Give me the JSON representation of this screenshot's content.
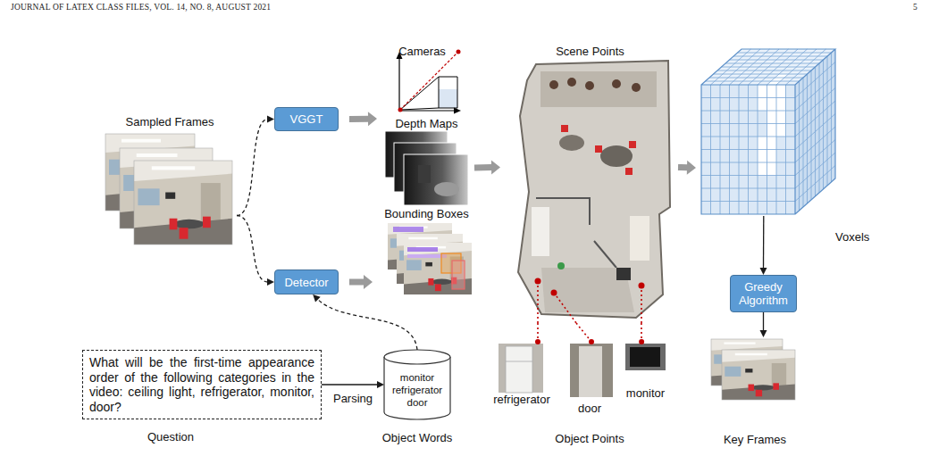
{
  "diagram": {
    "nodes": [
      {
        "text": [
          "Sampled Frames"
        ]
      },
      {
        "text": [
          "VGGT"
        ]
      },
      {
        "text": [
          "Detector"
        ]
      },
      {
        "text": [
          "Cameras"
        ]
      },
      {
        "text": [
          "Depth Maps"
        ]
      },
      {
        "text": [
          "Bounding Boxes"
        ]
      },
      {
        "text": [
          "Scene Points"
        ]
      },
      {
        "text": [
          "Voxels"
        ]
      },
      {
        "text": [
          "Greedy Algorithm"
        ]
      },
      {
        "text": [
          "Key Frames"
        ]
      },
      {
        "text": [
          "What will be the first-time appearance order of the following categories in the video: ceiling light, refrigerator, monitor, door?",
          "Question"
        ]
      },
      {
        "text": [
          "monitor refrigerator door",
          "Object Words"
        ]
      },
      {
        "text": [
          "refrigerator"
        ]
      },
      {
        "text": [
          "door"
        ]
      },
      {
        "text": [
          "monitor"
        ]
      }
    ],
    "edges": [
      {
        "from": 0,
        "to": 1,
        "arrow": "to"
      },
      {
        "from": 0,
        "to": 2,
        "arrow": "to"
      },
      {
        "from": 1,
        "to": 4,
        "arrow": "to"
      },
      {
        "from": 2,
        "to": 5,
        "arrow": "to"
      },
      {
        "from": 4,
        "to": 6,
        "arrow": "to"
      },
      {
        "from": 6,
        "to": 7,
        "arrow": "to"
      },
      {
        "from": 7,
        "to": 8,
        "arrow": "to"
      },
      {
        "from": 8,
        "to": 9,
        "arrow": "to"
      },
      {
        "from": 10,
        "to": 11,
        "label": "Parsing",
        "arrow": "to"
      },
      {
        "from": 11,
        "to": 2,
        "arrow": "to"
      },
      {
        "from": 6,
        "to": 12,
        "arrow": "none"
      },
      {
        "from": 6,
        "to": 13,
        "arrow": "none"
      },
      {
        "from": 6,
        "to": 14,
        "arrow": "none"
      }
    ],
    "labels": [
      "JOURNAL OF LATEX CLASS FILES, VOL. 14, NO. 8, AUGUST 2021",
      "5",
      "Object Points"
    ]
  }
}
